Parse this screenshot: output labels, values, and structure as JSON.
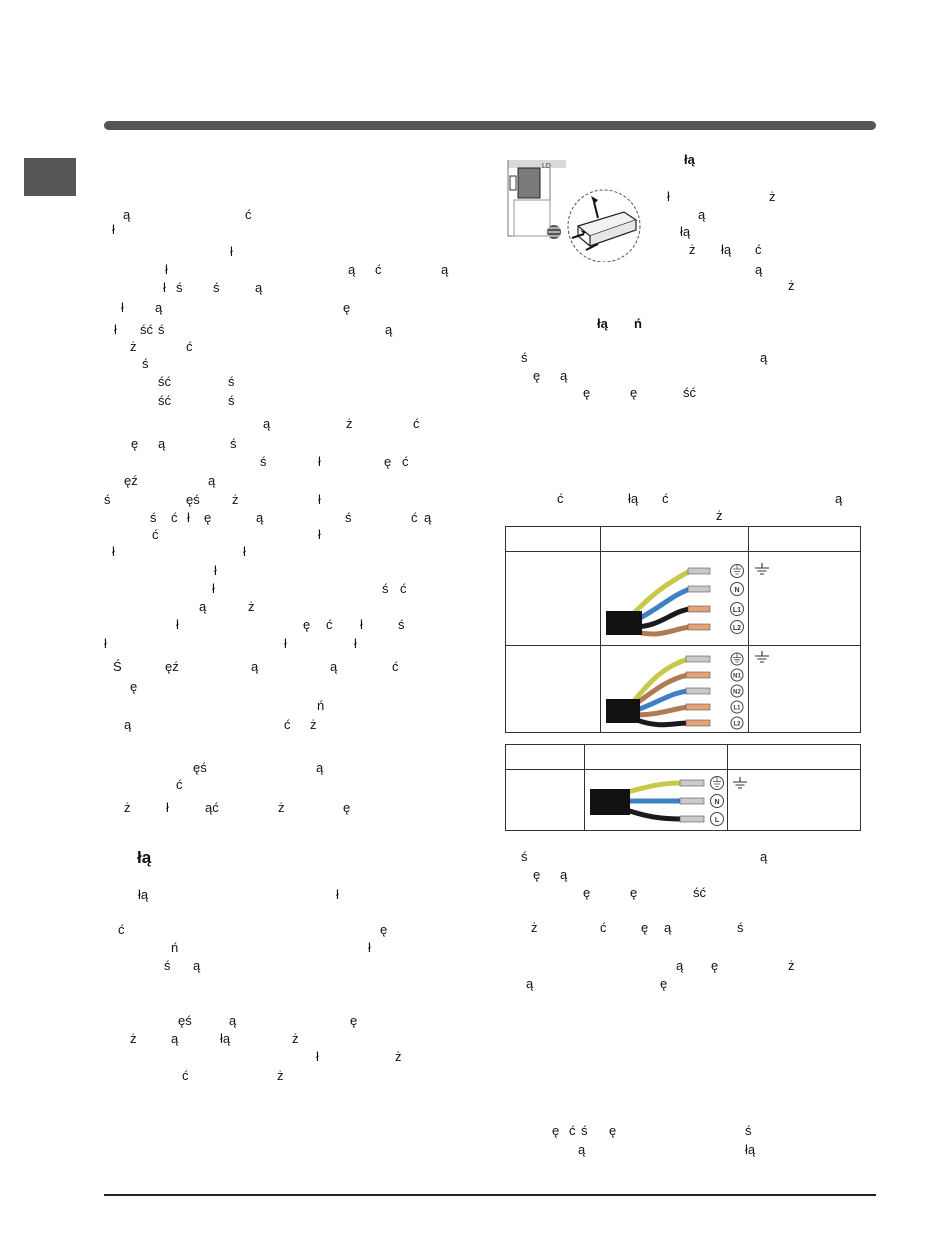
{
  "glyphs": {
    "l1": [
      "ą",
      "ć",
      "ł",
      "ł",
      "ł",
      "ą",
      "ć",
      "ą",
      "ł",
      "ś",
      "ś",
      "ą",
      "ł",
      "ą",
      "ę",
      "ł",
      "ść",
      "ś",
      "ą",
      "ż",
      "ć",
      "ś",
      "ść",
      "ś",
      "ść",
      "ś",
      "ą",
      "ż",
      "ć",
      "ę",
      "ą",
      "ś",
      "ś",
      "ł",
      "ę",
      "ć",
      "ęź",
      "ą",
      "ś",
      "ęś",
      "ż",
      "ł",
      "ś",
      "ć",
      "ł",
      "ę",
      "ą",
      "ś",
      "ć",
      "ą",
      "ć",
      "ł",
      "ł",
      "ł",
      "ł",
      "ł",
      "ś",
      "ć",
      "ą",
      "ż",
      "ł",
      "ę",
      "ć",
      "ł",
      "ś",
      "ł",
      "ł",
      "ł",
      "Ś",
      "ęź",
      "ą",
      "ą",
      "ć",
      "ę",
      "ń",
      "ą",
      "ć",
      "ż",
      "ęś",
      "ą",
      "ć",
      "ż",
      "ł",
      "ąć",
      "ż",
      "ę"
    ],
    "l2h": "łą",
    "l2": [
      "łą",
      "ł",
      "ć",
      "ę",
      "ń",
      "ł",
      "ś",
      "ą",
      "ęś",
      "ą",
      "ę",
      "ż",
      "ą",
      "łą",
      "ż",
      "ł",
      "ż",
      "ć",
      "ż"
    ],
    "r1h": "łą",
    "r1": [
      "ł",
      "ż",
      "ą",
      "łą",
      "ż",
      "łą",
      "ć",
      "ą",
      "ż"
    ],
    "r2h": [
      "łą",
      "ń"
    ],
    "r2": [
      "ś",
      "ą",
      "ę",
      "ą",
      "ę",
      "ę",
      "ść"
    ],
    "r3": [
      "ć",
      "łą",
      "ć",
      "ą",
      "ż"
    ],
    "r4": [
      "ś",
      "ą",
      "ę",
      "ą",
      "ę",
      "ę",
      "ść",
      "ż",
      "ć",
      "ę",
      "ą",
      "ś",
      "ą",
      "ę",
      "ż",
      "ą",
      "ę"
    ],
    "r5": [
      "ę",
      "ć",
      "ś",
      "ę",
      "ś",
      "ą",
      "łą"
    ]
  },
  "wiring": {
    "table1": {
      "row1_terminals": [
        "N",
        "L1",
        "L2"
      ],
      "row2_terminals": [
        "N1",
        "N2",
        "L1",
        "L2"
      ]
    },
    "table2": {
      "row1_terminals": [
        "N",
        "L"
      ]
    }
  },
  "colors": {
    "rule": "#555555",
    "wire_yellow": "#c8c84a",
    "wire_blue": "#3f7fc4",
    "wire_brown": "#b07a52",
    "wire_black": "#1a1a1a",
    "cable": "#111111"
  }
}
